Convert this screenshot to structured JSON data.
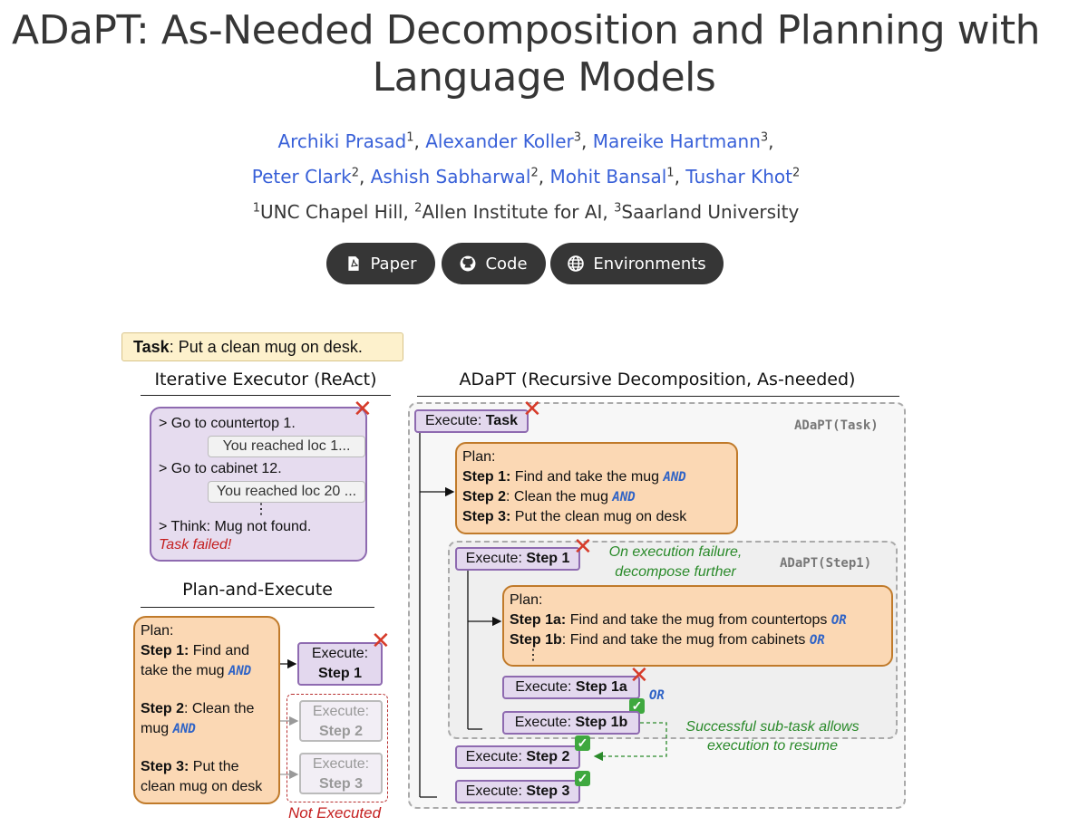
{
  "title_line1": "ADaPT: As-Needed Decomposition and Planning with",
  "title_line2": "Language Models",
  "authors": {
    "a1": "Archiki Prasad",
    "a1_sup": "1",
    "a2": "Alexander Koller",
    "a2_sup": "3",
    "a3": "Mareike Hartmann",
    "a3_sup": "3",
    "a4": "Peter Clark",
    "a4_sup": "2",
    "a5": "Ashish Sabharwal",
    "a5_sup": "2",
    "a6": "Mohit Bansal",
    "a6_sup": "1",
    "a7": "Tushar Khot",
    "a7_sup": "2"
  },
  "affiliations": {
    "s1": "1",
    "n1": "UNC Chapel Hill, ",
    "s2": "2",
    "n2": "Allen Institute for AI, ",
    "s3": "3",
    "n3": "Saarland University"
  },
  "buttons": {
    "paper": "Paper",
    "code": "Code",
    "environments": "Environments"
  },
  "figure": {
    "task_label": "Task",
    "task_text": ": Put a clean mug on desk.",
    "react": {
      "heading": "Iterative Executor (ReAct)",
      "l1": "> Go to countertop 1.",
      "obs1": "You reached loc 1...",
      "l2": "> Go to cabinet 12.",
      "obs2": "You reached loc 20 ...",
      "dots": "⋮",
      "l3": "> Think: Mug not found.",
      "failed": "Task failed!"
    },
    "pae": {
      "heading": "Plan-and-Execute",
      "plan": "Plan:",
      "s1b": "Step 1:",
      "s1": " Find and take the mug ",
      "s2b": "Step 2",
      "s2": ": Clean the mug ",
      "s3b": "Step 3:",
      "s3": " Put the clean mug on desk",
      "and": "AND",
      "exec": "Execute:",
      "e1": "Step 1",
      "e2": "Step 2",
      "e3": "Step 3",
      "not_executed": "Not Executed"
    },
    "adapt": {
      "heading": "ADaPT (Recursive Decomposition, As-needed)",
      "label_task": "ADaPT(Task)",
      "label_step1": "ADaPT(Step1)",
      "exec_prefix": "Execute: ",
      "task": "Task",
      "plan": "Plan:",
      "p1b": "Step 1:",
      "p1": " Find and take the mug ",
      "p2b": "Step 2",
      "p2": ": Clean the mug ",
      "p3b": "Step 3:",
      "p3": " Put the clean mug on desk",
      "and": "AND",
      "or": "OR",
      "step1": "Step 1",
      "fail_note1": "On execution failure,",
      "fail_note2": "decompose further",
      "q1b": "Step 1a:",
      "q1": " Find and take the mug from countertops ",
      "q2b": "Step 1b",
      "q2": ": Find and take the mug from cabinets ",
      "dots": "⋮",
      "step1a": "Step 1a",
      "step1b": "Step 1b",
      "resume1": "Successful sub-task allows",
      "resume2": "execution to resume",
      "step2": "Step 2",
      "step3": "Step 3"
    }
  }
}
